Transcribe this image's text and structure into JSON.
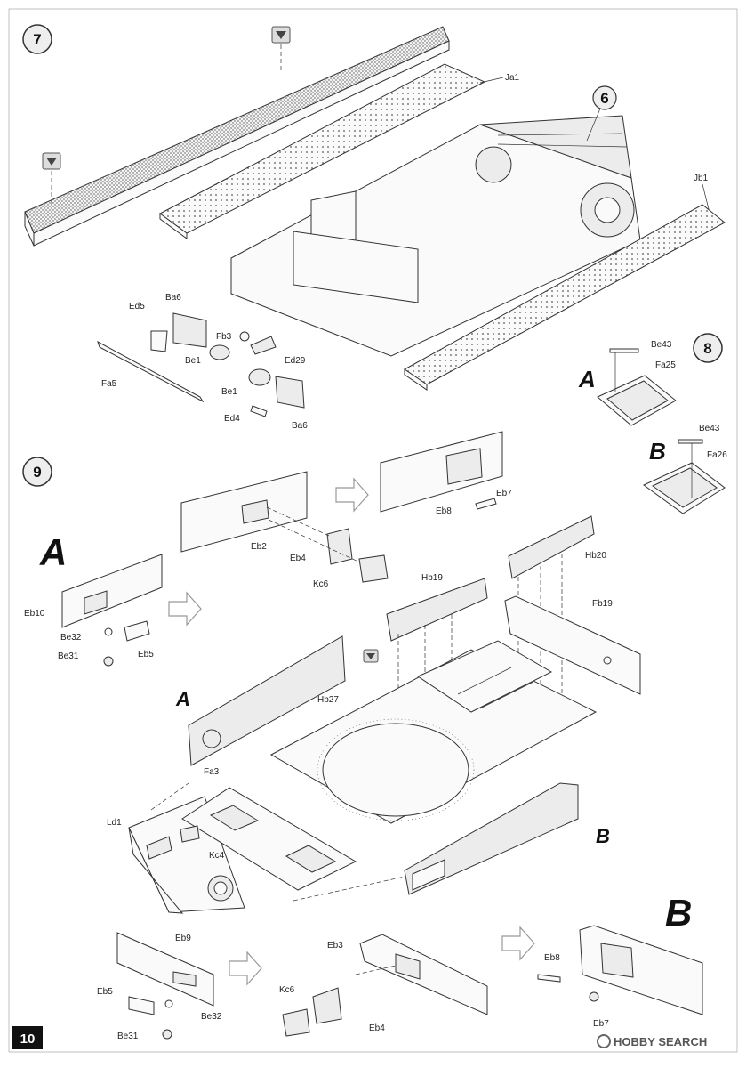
{
  "page_number": "10",
  "watermark": "HOBBY SEARCH",
  "steps": [
    "7",
    "8",
    "9",
    "6"
  ],
  "subassembly_labels": [
    "A",
    "B"
  ],
  "parts": {
    "step7": [
      "Ja1",
      "Jb1",
      "Ed5",
      "Ba6",
      "Fb3",
      "Be1",
      "Ed29",
      "Fa5",
      "Be1",
      "Ed4",
      "Ba6"
    ],
    "step8": [
      "Be43",
      "Fa25",
      "Be43",
      "Fa26"
    ],
    "step9_top": [
      "Eb2",
      "Eb4",
      "Kc6",
      "Eb7",
      "Eb8"
    ],
    "step9_A": [
      "Eb10",
      "Be32",
      "Be31",
      "Eb5"
    ],
    "step9_main": [
      "Hb19",
      "Hb20",
      "Fb19",
      "Hb27",
      "Fa3",
      "Ld1",
      "Kc4"
    ],
    "step9_bottom": [
      "Eb9",
      "Eb5",
      "Be32",
      "Be31",
      "Eb3",
      "Kc6",
      "Eb4",
      "Eb8",
      "Eb7"
    ]
  },
  "colors": {
    "line": "#333333",
    "paper": "#ffffff",
    "badge": "#eeeeee"
  }
}
